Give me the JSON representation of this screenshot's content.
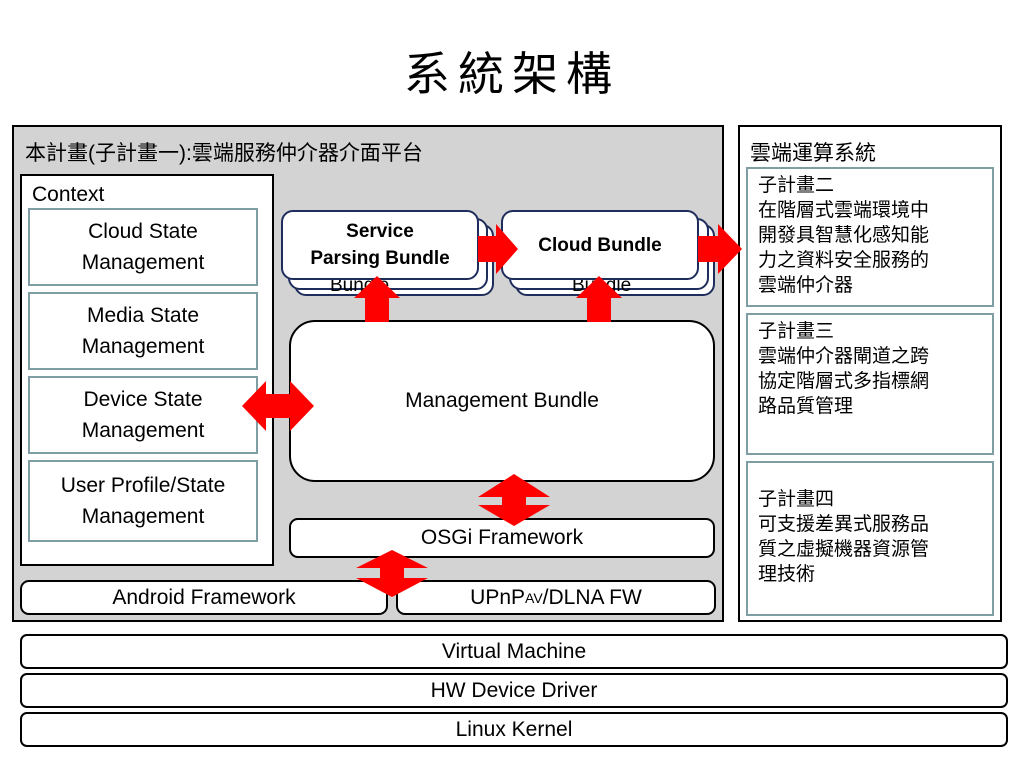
{
  "title": "系統架構",
  "main_panel": {
    "label": "本計畫(子計畫一):雲端服務仲介器介面平台",
    "context": {
      "label": "Context",
      "items": [
        "Cloud State\nManagement",
        "Media State\nManagement",
        "Device State\nManagement",
        "User Profile/State\nManagement"
      ]
    },
    "service_bundle": {
      "label": "Service\nParsing Bundle",
      "back_label": "Bundle"
    },
    "cloud_bundle": {
      "label": "Cloud Bundle",
      "back_label": "Bundle"
    },
    "management_bundle": "Management Bundle",
    "osgi_framework": "OSGi Framework",
    "android_framework": "Android Framework",
    "upnp": {
      "prefix": "UPnP",
      "sub": "AV",
      "suffix": "/DLNA FW"
    }
  },
  "right_panel": {
    "label": "雲端運算系統",
    "items": [
      "子計畫二\n在階層式雲端環境中\n開發具智慧化感知能\n力之資料安全服務的\n雲端仲介器",
      "子計畫三\n雲端仲介器閘道之跨\n協定階層式多指標網\n路品質管理",
      "子計畫四\n可支援差異式服務品\n質之虛擬機器資源管\n理技術"
    ]
  },
  "layers": [
    "Virtual Machine",
    "HW Device Driver",
    "Linux Kernel"
  ],
  "colors": {
    "arrow": "#ff0000",
    "panel_gray": "#d3d3d3",
    "box_border": "#7f9ea3",
    "bundle_border": "#1f2d5c"
  }
}
